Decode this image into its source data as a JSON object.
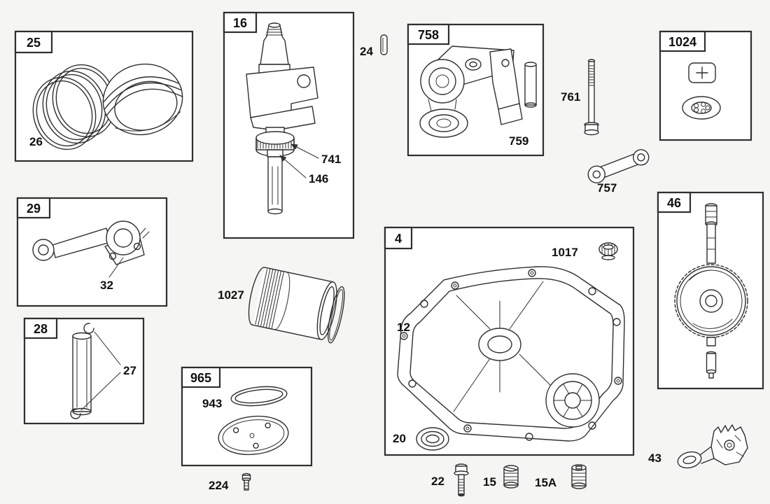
{
  "colors": {
    "background": "#f5f5f3",
    "line": "#2f2f2f",
    "label": "#101010",
    "fill": "#ffffff"
  },
  "callouts": {
    "box25": "25",
    "part26": "26",
    "box16": "16",
    "part741": "741",
    "part146": "146",
    "part24": "24",
    "box758": "758",
    "part759": "759",
    "part761": "761",
    "box1024": "1024",
    "part757": "757",
    "box29": "29",
    "part32": "32",
    "part1027": "1027",
    "box46": "46",
    "box4": "4",
    "part1017": "1017",
    "part12": "12",
    "part20": "20",
    "box28": "28",
    "part27": "27",
    "box965": "965",
    "part943": "943",
    "part224": "224",
    "part22": "22",
    "part15": "15",
    "part15A": "15A",
    "part43": "43"
  }
}
